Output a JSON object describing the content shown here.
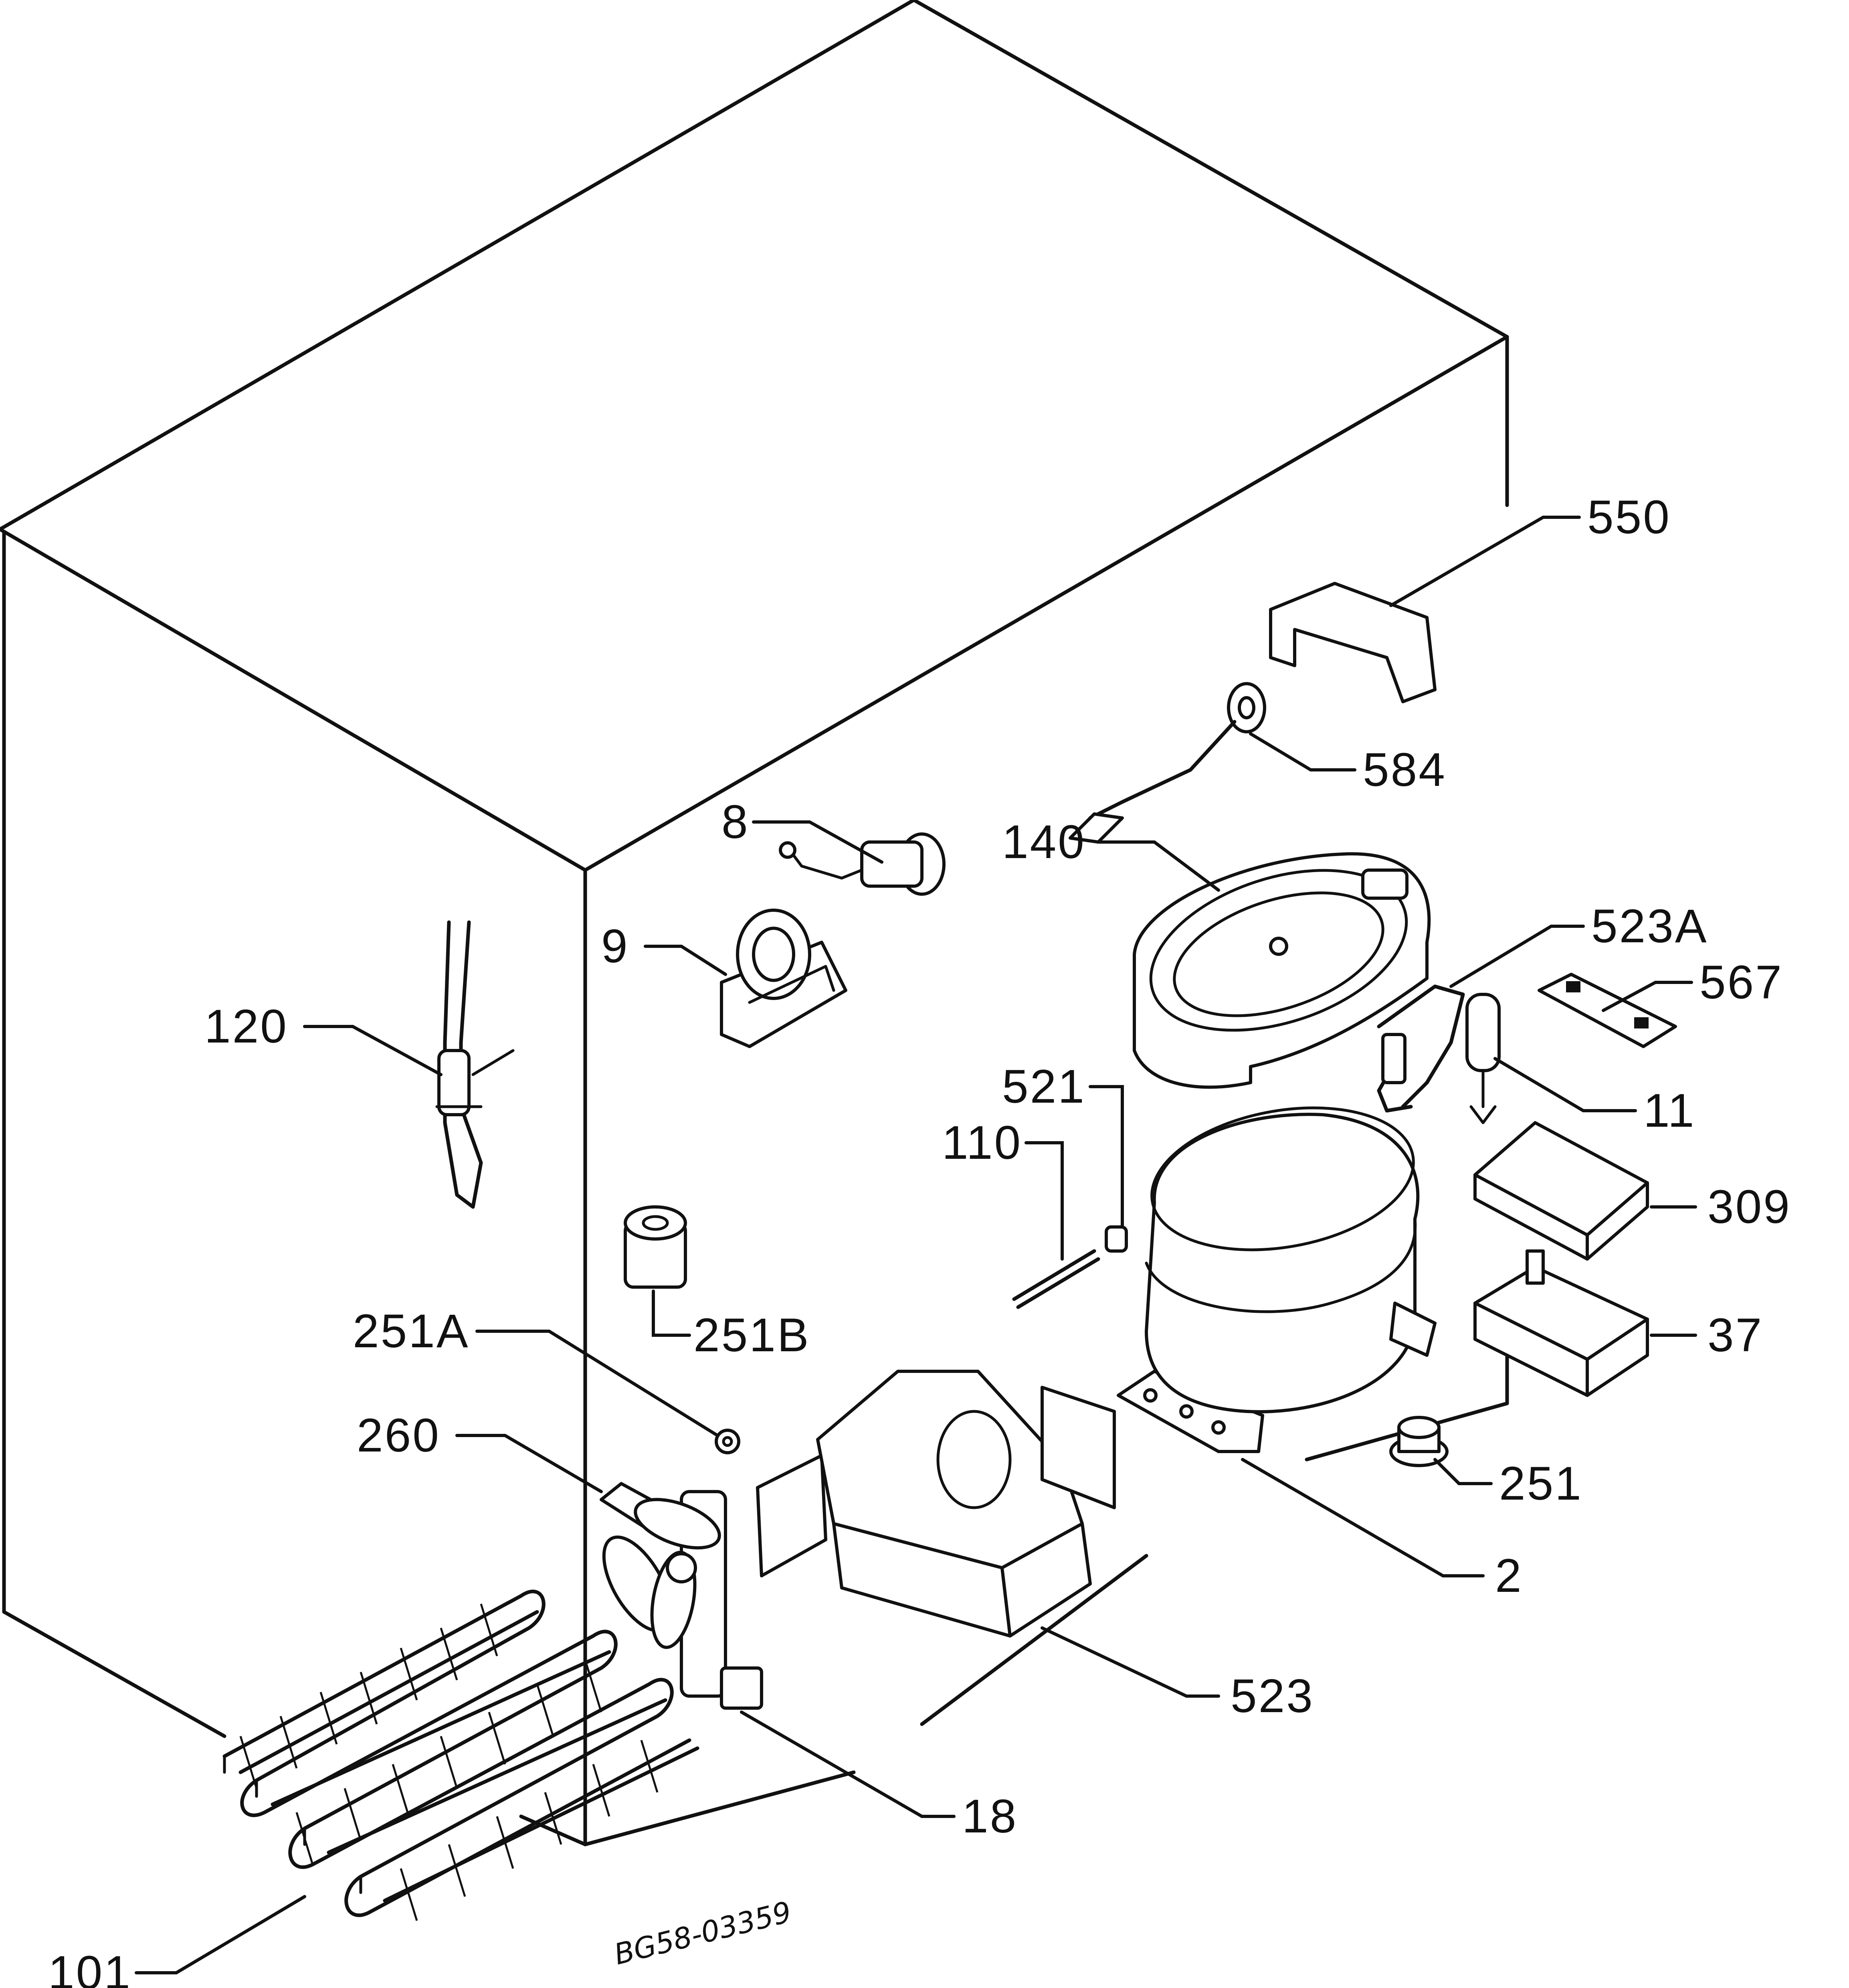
{
  "drawing_code": "BG58-03359",
  "callouts": [
    {
      "id": "550",
      "label": "550"
    },
    {
      "id": "584",
      "label": "584"
    },
    {
      "id": "8",
      "label": "8"
    },
    {
      "id": "140",
      "label": "140"
    },
    {
      "id": "9",
      "label": "9"
    },
    {
      "id": "523A",
      "label": "523A"
    },
    {
      "id": "567",
      "label": "567"
    },
    {
      "id": "120",
      "label": "120"
    },
    {
      "id": "521",
      "label": "521"
    },
    {
      "id": "11",
      "label": "11"
    },
    {
      "id": "110",
      "label": "110"
    },
    {
      "id": "309",
      "label": "309"
    },
    {
      "id": "251B",
      "label": "251B"
    },
    {
      "id": "37",
      "label": "37"
    },
    {
      "id": "251A",
      "label": "251A"
    },
    {
      "id": "260",
      "label": "260"
    },
    {
      "id": "251",
      "label": "251"
    },
    {
      "id": "2",
      "label": "2"
    },
    {
      "id": "523",
      "label": "523"
    },
    {
      "id": "18",
      "label": "18"
    },
    {
      "id": "101",
      "label": "101"
    }
  ]
}
